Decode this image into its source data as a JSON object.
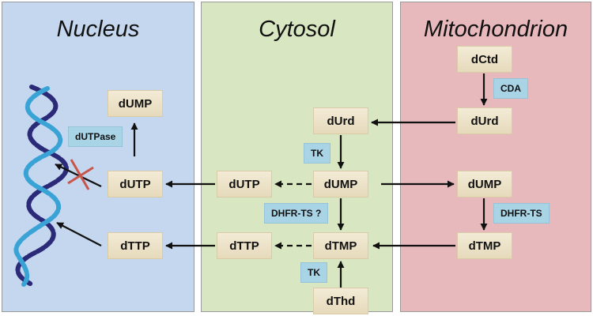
{
  "colors": {
    "nucleus_bg": "#c5d7ee",
    "cytosol_bg": "#d9e6c2",
    "mitochondrion_bg": "#e8b9bc",
    "metabolite_fill": "#ede2c6",
    "enzyme_fill": "#a8d4e6",
    "block_mark": "#c8554a",
    "dna_dark": "#2b2a78",
    "dna_light": "#3aa3d6"
  },
  "panels": {
    "nucleus": "Nucleus",
    "cytosol": "Cytosol",
    "mitochondrion": "Mitochondrion"
  },
  "nucleus": {
    "dump": "dUMP",
    "dutp": "dUTP",
    "dttp": "dTTP",
    "dutpase": "dUTPase"
  },
  "cytosol": {
    "durd": "dUrd",
    "dutp": "dUTP",
    "dump": "dUMP",
    "dttp": "dTTP",
    "dtmp": "dTMP",
    "dthd": "dThd",
    "tk_top": "TK",
    "dhfr_ts": "DHFR-TS ?",
    "tk_bottom": "TK"
  },
  "mitochondrion": {
    "dctd": "dCtd",
    "cda": "CDA",
    "durd": "dUrd",
    "dump": "dUMP",
    "dhfr_ts": "DHFR-TS",
    "dtmp": "dTMP"
  },
  "icons": [
    "dna-helix-icon",
    "blocked-x-icon"
  ]
}
